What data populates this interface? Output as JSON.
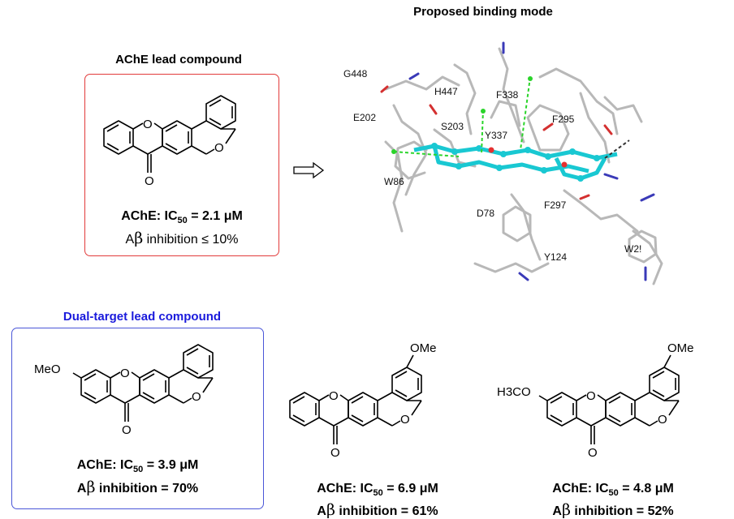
{
  "panels": {
    "ache_lead": {
      "title": "AChE lead compound",
      "ic50_prefix": "AChE: IC",
      "ic50_sub": "50",
      "ic50_value": " = 2.1 μM",
      "abeta_prefix": "A",
      "abeta_symbol": "β",
      "abeta_text": " inhibition ≤ 10%"
    },
    "binding_mode": {
      "title": "Proposed binding mode",
      "residues": [
        "G448",
        "H447",
        "F338",
        "E202",
        "S203",
        "Y337",
        "F295",
        "W86",
        "D78",
        "F297",
        "Y124",
        "W2!"
      ]
    },
    "dual_lead": {
      "title": "Dual-target lead compound",
      "substituent": "MeO",
      "ic50_prefix": "AChE: IC",
      "ic50_sub": "50",
      "ic50_value": " = 3.9 μM",
      "abeta_prefix": "A",
      "abeta_symbol": "β",
      "abeta_text": " inhibition = 70%"
    },
    "compound_3": {
      "substituent": "OMe",
      "ic50_prefix": "AChE: IC",
      "ic50_sub": "50",
      "ic50_value": " = 6.9 μM",
      "abeta_prefix": "A",
      "abeta_symbol": "β",
      "abeta_text": " inhibition = 61%"
    },
    "compound_4": {
      "substituent_left": "H3CO",
      "substituent_right": "OMe",
      "ic50_prefix": "AChE: IC",
      "ic50_sub": "50",
      "ic50_value": " = 4.8 μM",
      "abeta_prefix": "A",
      "abeta_symbol": "β",
      "abeta_text": " inhibition = 52%"
    }
  },
  "atoms": {
    "oxygen": "O"
  },
  "colors": {
    "red_box": "#e23b3b",
    "blue_box": "#4a56d8",
    "blue_title": "#1a1adc",
    "ligand": "#19c8d2"
  }
}
